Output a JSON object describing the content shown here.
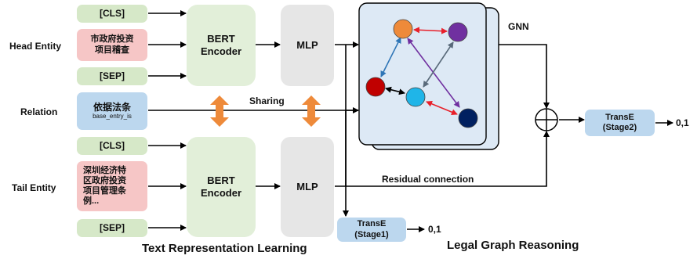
{
  "left_labels": {
    "head_entity": "Head Entity",
    "relation": "Relation",
    "tail_entity": "Tail Entity"
  },
  "inputs": {
    "cls_top": "[CLS]",
    "head_text": "市政府投资\n项目稽查",
    "sep_top": "[SEP]",
    "relation_text": "依据法条",
    "relation_sub": "base_entry_is",
    "cls_bottom": "[CLS]",
    "tail_text": "深圳经济特\n区政府投资\n项目管理条\n例...",
    "sep_bottom": "[SEP]"
  },
  "encoders": {
    "bert_top": "BERT\nEncoder",
    "bert_bottom": "BERT\nEncoder",
    "mlp_top": "MLP",
    "mlp_bottom": "MLP"
  },
  "labels": {
    "sharing": "Sharing",
    "gnn": "GNN",
    "residual": "Residual connection",
    "out_stage2": "0,1",
    "out_stage1": "0,1"
  },
  "transe": {
    "stage2": "TransE\n(Stage2)",
    "stage1": "TransE\n(Stage1)"
  },
  "section_titles": {
    "text_repr": "Text Representation Learning",
    "legal_graph": "Legal Graph Reasoning"
  },
  "colors": {
    "node_orange": "#ee8a3a",
    "node_purple": "#7030a0",
    "node_red": "#c00000",
    "node_cyan": "#1fb5e8",
    "node_navy": "#002060",
    "edge_red": "#e8202a",
    "edge_blue": "#2e75b6",
    "edge_purple": "#7030a0",
    "edge_grey": "#596a7a",
    "sharing_orange": "#ee8a3a",
    "graph_bg": "#dde9f5"
  }
}
